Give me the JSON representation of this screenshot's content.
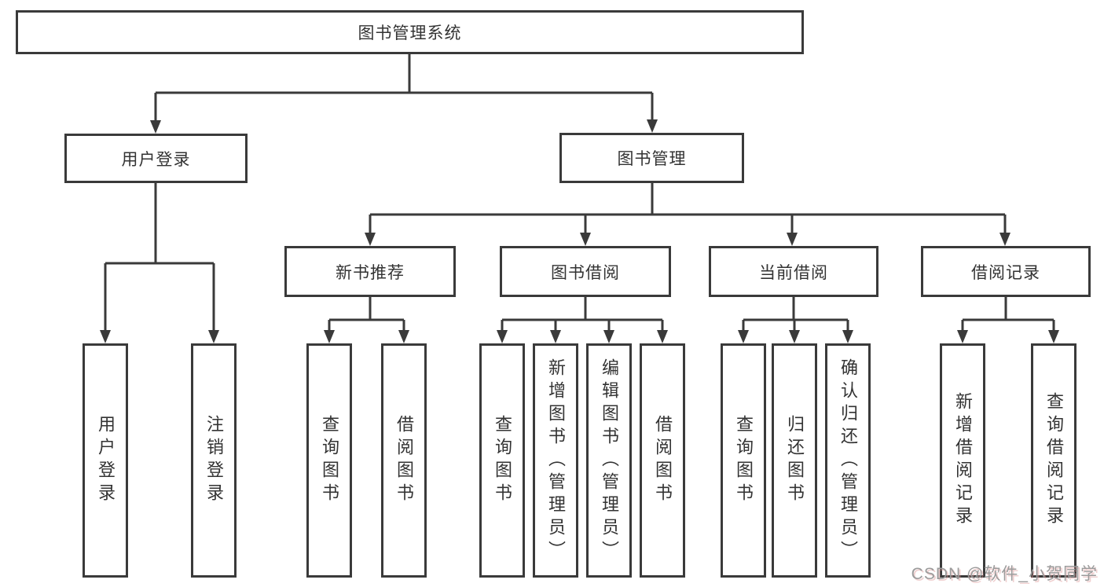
{
  "diagram": {
    "title": "图书管理系统",
    "root": {
      "label": "图书管理系统"
    },
    "level2": [
      {
        "label": "用户登录"
      },
      {
        "label": "图书管理"
      }
    ],
    "level3": [
      {
        "label": "新书推荐"
      },
      {
        "label": "图书借阅"
      },
      {
        "label": "当前借阅"
      },
      {
        "label": "借阅记录"
      }
    ],
    "leaves": {
      "user_login": [
        "用户登录",
        "注销登录"
      ],
      "new_book": [
        "查询图书",
        "借阅图书"
      ],
      "book_borrow": [
        "查询图书",
        "新增图书（管理员）",
        "编辑图书（管理员）",
        "借阅图书"
      ],
      "current_borrow": [
        "查询图书",
        "归还图书",
        "确认归还（管理员）"
      ],
      "borrow_records": [
        "新增借阅记录",
        "查询借阅记录"
      ]
    }
  },
  "watermark": {
    "text": "CSDN @软件_小贺同学"
  },
  "colors": {
    "line": "#3a3a3a",
    "box_border": "#3a3a3a",
    "text": "#333333",
    "background": "#ffffff",
    "watermark": "#9b9b9b"
  }
}
